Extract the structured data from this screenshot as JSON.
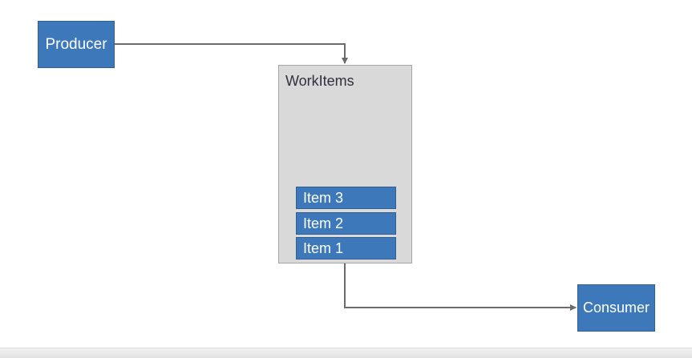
{
  "colors": {
    "node_fill": "#3d79ba",
    "queue_fill": "#d9d9d9",
    "connector": "#6b6b6b"
  },
  "producer": {
    "label": "Producer"
  },
  "queue": {
    "title": "WorkItems",
    "items": [
      {
        "label": "Item 3"
      },
      {
        "label": "Item 2"
      },
      {
        "label": "Item 1"
      }
    ]
  },
  "consumer": {
    "label": "Consumer"
  }
}
